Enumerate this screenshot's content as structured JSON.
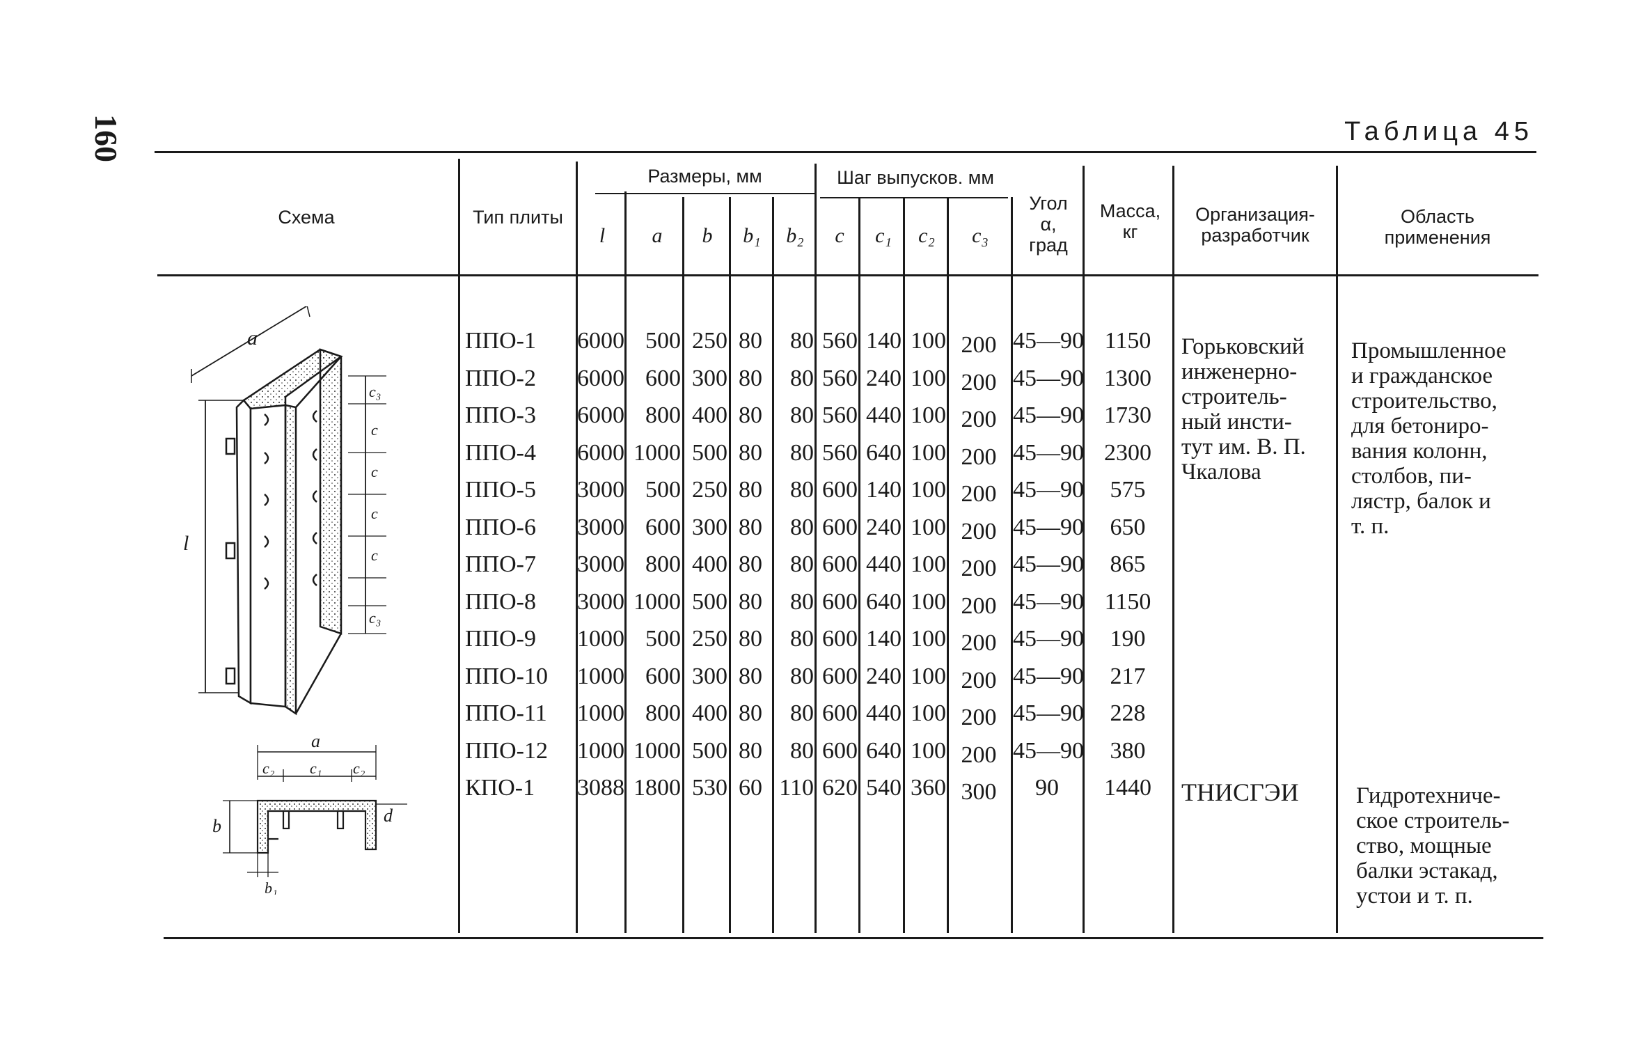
{
  "page": {
    "number": "160",
    "caption": "Таблица 45"
  },
  "header": {
    "schema": "Схема",
    "type": "Тип плиты",
    "sizes_group": "Размеры, мм",
    "step_group": "Шаг выпусков. мм",
    "angle": [
      "Угол",
      "α,",
      "град"
    ],
    "mass": [
      "Масса,",
      "кг"
    ],
    "org": [
      "Организация-",
      "разработчик"
    ],
    "area": [
      "Область",
      "применения"
    ],
    "sizes_cols": [
      "l",
      "a",
      "b",
      "b₁",
      "b₂"
    ],
    "step_cols": [
      "c",
      "c₁",
      "c₂",
      "c₃"
    ]
  },
  "rows": [
    {
      "type": "ППО-1",
      "l": "6000",
      "a": "500",
      "b": "250",
      "b1": "80",
      "b2": "80",
      "c": "560",
      "c1": "140",
      "c2": "100",
      "c3": "200",
      "angle": "45—90",
      "mass": "1150"
    },
    {
      "type": "ППО-2",
      "l": "6000",
      "a": "600",
      "b": "300",
      "b1": "80",
      "b2": "80",
      "c": "560",
      "c1": "240",
      "c2": "100",
      "c3": "200",
      "angle": "45—90",
      "mass": "1300"
    },
    {
      "type": "ППО-3",
      "l": "6000",
      "a": "800",
      "b": "400",
      "b1": "80",
      "b2": "80",
      "c": "560",
      "c1": "440",
      "c2": "100",
      "c3": "200",
      "angle": "45—90",
      "mass": "1730"
    },
    {
      "type": "ППО-4",
      "l": "6000",
      "a": "1000",
      "b": "500",
      "b1": "80",
      "b2": "80",
      "c": "560",
      "c1": "640",
      "c2": "100",
      "c3": "200",
      "angle": "45—90",
      "mass": "2300"
    },
    {
      "type": "ППО-5",
      "l": "3000",
      "a": "500",
      "b": "250",
      "b1": "80",
      "b2": "80",
      "c": "600",
      "c1": "140",
      "c2": "100",
      "c3": "200",
      "angle": "45—90",
      "mass": "575"
    },
    {
      "type": "ППО-6",
      "l": "3000",
      "a": "600",
      "b": "300",
      "b1": "80",
      "b2": "80",
      "c": "600",
      "c1": "240",
      "c2": "100",
      "c3": "200",
      "angle": "45—90",
      "mass": "650"
    },
    {
      "type": "ППО-7",
      "l": "3000",
      "a": "800",
      "b": "400",
      "b1": "80",
      "b2": "80",
      "c": "600",
      "c1": "440",
      "c2": "100",
      "c3": "200",
      "angle": "45—90",
      "mass": "865"
    },
    {
      "type": "ППО-8",
      "l": "3000",
      "a": "1000",
      "b": "500",
      "b1": "80",
      "b2": "80",
      "c": "600",
      "c1": "640",
      "c2": "100",
      "c3": "200",
      "angle": "45—90",
      "mass": "1150"
    },
    {
      "type": "ППО-9",
      "l": "1000",
      "a": "500",
      "b": "250",
      "b1": "80",
      "b2": "80",
      "c": "600",
      "c1": "140",
      "c2": "100",
      "c3": "200",
      "angle": "45—90",
      "mass": "190"
    },
    {
      "type": "ППО-10",
      "l": "1000",
      "a": "600",
      "b": "300",
      "b1": "80",
      "b2": "80",
      "c": "600",
      "c1": "240",
      "c2": "100",
      "c3": "200",
      "angle": "45—90",
      "mass": "217"
    },
    {
      "type": "ППО-11",
      "l": "1000",
      "a": "800",
      "b": "400",
      "b1": "80",
      "b2": "80",
      "c": "600",
      "c1": "440",
      "c2": "100",
      "c3": "200",
      "angle": "45—90",
      "mass": "228"
    },
    {
      "type": "ППО-12",
      "l": "1000",
      "a": "1000",
      "b": "500",
      "b1": "80",
      "b2": "80",
      "c": "600",
      "c1": "640",
      "c2": "100",
      "c3": "200",
      "angle": "45—90",
      "mass": "380"
    },
    {
      "type": "КПО-1",
      "l": "3088",
      "a": "1800",
      "b": "530",
      "b1": "60",
      "b2": "110",
      "c": "620",
      "c1": "540",
      "c2": "360",
      "c3": "300",
      "angle": "90",
      "mass": "1440"
    }
  ],
  "orgs": {
    "ppo": [
      "Горьковский",
      "инженерно-",
      "строитель-",
      "ный инсти-",
      "тут им. В. П.",
      "Чкалова"
    ],
    "kpo": "ТНИСГЭИ"
  },
  "areas": {
    "ppo": [
      "Промышленное",
      "и гражданское",
      "строительство,",
      "для бетониро-",
      "вания колонн,",
      "столбов, пи-",
      "лястр, балок и",
      "т. п."
    ],
    "kpo": [
      "Гидротехниче-",
      "ское строитель-",
      "ство, мощные",
      "балки эстакад,",
      "устои и т. п."
    ]
  },
  "diagram_labels": {
    "a": "a",
    "l": "l",
    "c": "c",
    "c3": "c₃",
    "b": "b",
    "b1": "b₁",
    "c1": "c₁",
    "c2": "c₂",
    "d": "d"
  }
}
